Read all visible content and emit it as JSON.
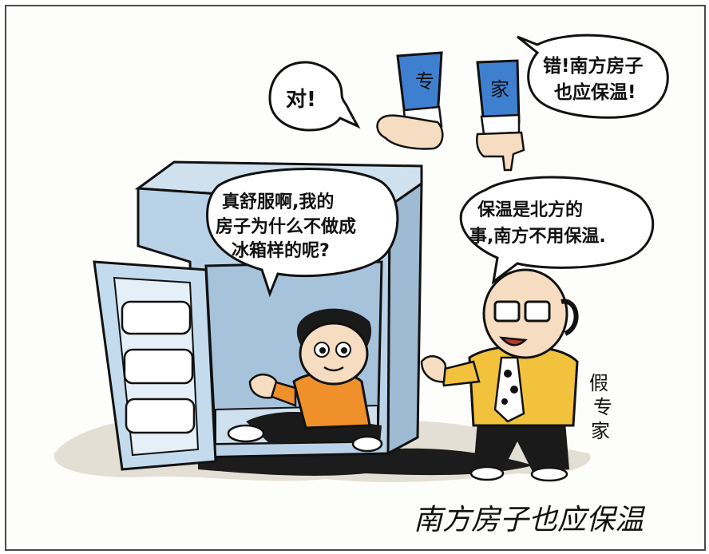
{
  "bubbles": {
    "dui": "对!",
    "cuo_line1": "错!南方房子",
    "cuo_line2": "也应保温!",
    "boy_line1": "真舒服啊,我的",
    "boy_line2": "房子为什么不做成",
    "boy_line3": "冰箱样的呢?",
    "man_line1": "保温是北方的",
    "man_line2": "事,南方不用保温."
  },
  "sleeves": {
    "left": "专",
    "right": "家"
  },
  "fake_expert_label": [
    "假",
    "专",
    "家"
  ],
  "caption": "南方房子也应保温",
  "colors": {
    "sleeve_blue": "#3f7fd0",
    "fridge_body": "#b9d2e8",
    "fridge_inner": "#a7c3dc",
    "boy_shirt": "#f0902a",
    "man_shirt": "#f2c23c",
    "skin": "#f6dcc0",
    "puddle": "#1c1c1c"
  }
}
